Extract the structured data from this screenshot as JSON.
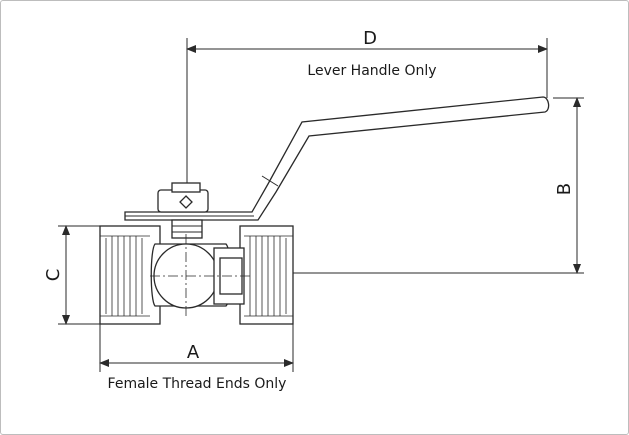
{
  "diagram": {
    "dimensions": {
      "a_label": "A",
      "b_label": "B",
      "c_label": "C",
      "d_label": "D"
    },
    "notes": {
      "lever": "Lever Handle Only",
      "thread": "Female Thread Ends Only"
    },
    "colors": {
      "line": "#2a2a2a",
      "frame": "#bdbdbd",
      "background": "#ffffff"
    }
  }
}
